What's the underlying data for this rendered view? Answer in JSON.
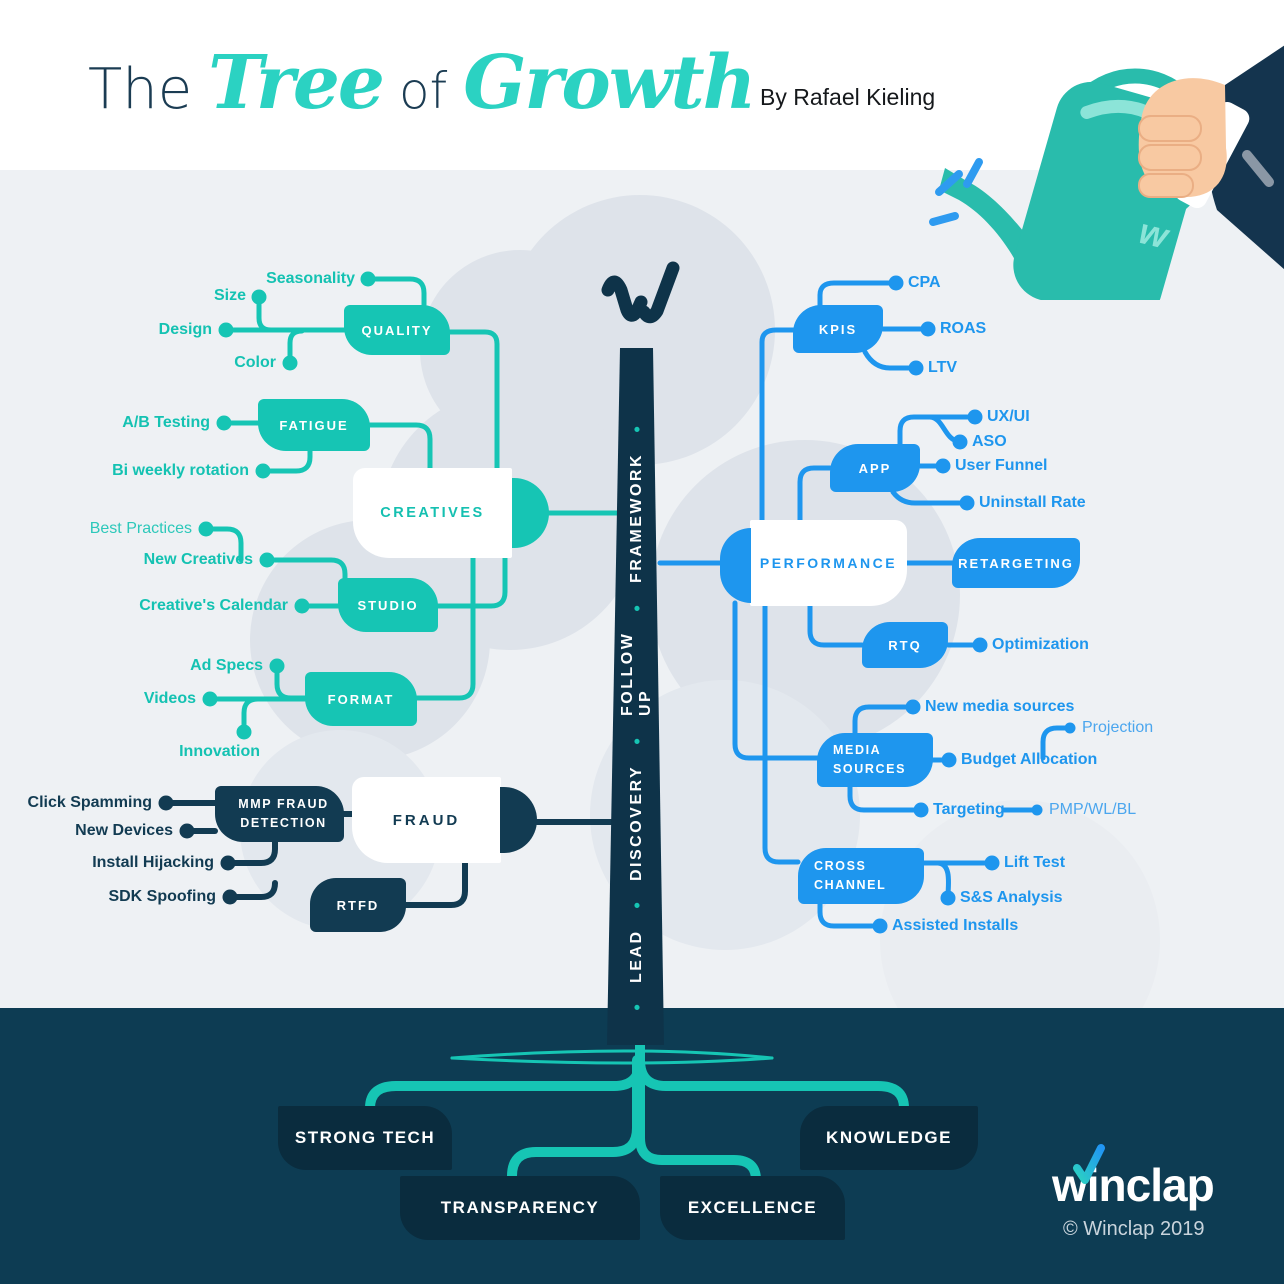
{
  "header": {
    "title_the": "The",
    "title_tree": "Tree",
    "title_of": "of",
    "title_growth": "Growth",
    "byline": "By Rafael Kieling"
  },
  "watering_can": {
    "mark": "w"
  },
  "trunk": {
    "words": [
      "LEAD",
      "DISCOVERY",
      "FOLLOW UP",
      "FRAMEWORK"
    ],
    "separator": "●"
  },
  "left": {
    "creatives": {
      "label": "CREATIVES"
    },
    "quality": {
      "label": "QUALITY",
      "children": [
        "Seasonality",
        "Size",
        "Design",
        "Color"
      ]
    },
    "fatigue": {
      "label": "FATIGUE",
      "children": [
        "A/B Testing",
        "Bi weekly rotation"
      ]
    },
    "studio": {
      "label": "STUDIO",
      "children": [
        "Best Practices",
        "New Creatives",
        "Creative's Calendar"
      ]
    },
    "format": {
      "label": "FORMAT",
      "children": [
        "Ad Specs",
        "Videos",
        "Innovation"
      ]
    },
    "fraud": {
      "label": "FRAUD",
      "mmp": {
        "label": "MMP FRAUD DETECTION",
        "children": [
          "Click Spamming",
          "New Devices",
          "Install Hijacking",
          "SDK Spoofing"
        ]
      },
      "rtfd": {
        "label": "RTFD"
      }
    }
  },
  "right": {
    "performance": {
      "label": "PERFORMANCE"
    },
    "kpis": {
      "label": "KPIS",
      "children": [
        "CPA",
        "ROAS",
        "LTV"
      ]
    },
    "app": {
      "label": "APP",
      "children": [
        "UX/UI",
        "ASO",
        "User Funnel",
        "Uninstall Rate"
      ]
    },
    "retargeting": {
      "label": "RETARGETING"
    },
    "rtq": {
      "label": "RTQ",
      "children": [
        "Optimization"
      ]
    },
    "media_sources": {
      "label": "MEDIA SOURCES",
      "children": [
        "New media sources",
        "Budget Allocation",
        "Targeting"
      ],
      "extras": {
        "projection": "Projection",
        "pmp": "PMP/WL/BL"
      }
    },
    "cross_channel": {
      "label": "CROSS CHANNEL",
      "children": [
        "Lift Test",
        "S&S Analysis",
        "Assisted Installs"
      ]
    }
  },
  "roots": {
    "items": [
      "STRONG TECH",
      "TRANSPARENCY",
      "EXCELLENCE",
      "KNOWLEDGE"
    ]
  },
  "footer": {
    "logo": "winclap",
    "copyright": "© Winclap 2019"
  },
  "colors": {
    "teal": "#16C5B4",
    "blue": "#1E96EE",
    "navy": "#123B52",
    "trunk": "#0E3349",
    "ground": "#0D3C53",
    "dark_box": "#0A2C3E",
    "background": "#EEF1F4",
    "cloud": "#DEE3EA"
  }
}
